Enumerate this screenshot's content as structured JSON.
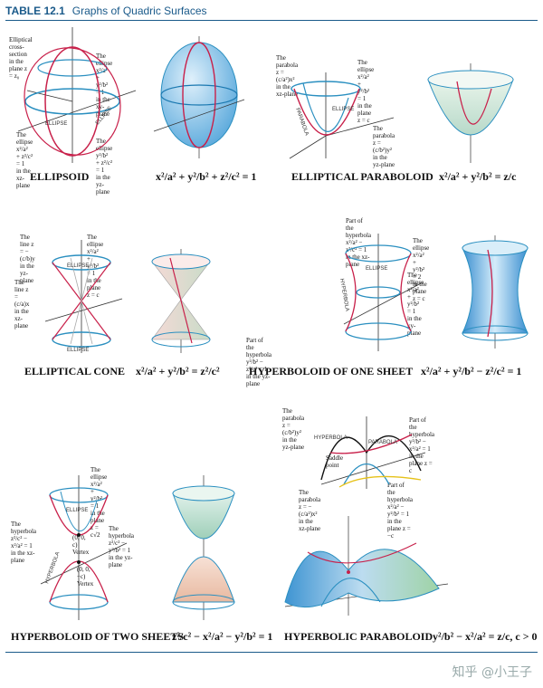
{
  "header": {
    "tag": "TABLE 12.1",
    "title": "Graphs of Quadric Surfaces"
  },
  "panels": {
    "ellipsoid": {
      "name": "ELLIPSOID",
      "equation": "x²/a² + y²/b² + z²/c² = 1",
      "annotations": {
        "cross_section": "Elliptical cross-section\nin the plane z = z₀",
        "xy_ellipse": "The ellipse x²/a² + y²/b² = 1\nin the xy-plane",
        "xz_ellipse": "The ellipse\nx²/a² + z²/c² = 1\nin the xz-plane",
        "yz_ellipse": "The ellipse y²/b² + z²/c² = 1\nin the yz-plane",
        "curve_label1": "ELLIPSE",
        "curve_label2": "ELLIPSE"
      }
    },
    "elliptical_paraboloid": {
      "name": "ELLIPTICAL PARABOLOID",
      "equation": "x²/a² + y²/b² = z/c",
      "annotations": {
        "xz_parabola": "The parabola z = (c/a²)x²\nin the xz-plane",
        "ellipse_z_c": "The ellipse x²/a² + y²/b² = 1\nin the plane z = c",
        "yz_parabola": "The parabola z = (c/b²)y²\nin the yz-plane",
        "curve_label1": "PARABOLA",
        "curve_label2": "ELLIPSE"
      }
    },
    "elliptical_cone": {
      "name": "ELLIPTICAL CONE",
      "equation": "x²/a² + y²/b² = z²/c²",
      "annotations": {
        "yz_line": "The line z = −(c/b)y\nin the yz-plane",
        "ellipse_z_c": "The ellipse x²/a² + y²/b² = 1\nin the plane z = c",
        "xz_line": "The line z = (c/a)x\nin the xz-plane",
        "curve_label1": "ELLIPSE",
        "curve_label2": "ELLIPSE"
      }
    },
    "hyperboloid_one": {
      "name": "HYPERBOLOID OF ONE SHEET",
      "equation": "x²/a² + y²/b² − z²/c² = 1",
      "annotations": {
        "xz_hyperbola": "Part of the hyperbola x²/a² − z²/c² = 1 in the xz-plane",
        "ellipse_z_c": "The ellipse x²/a² + y²/b² = 2\nin the plane z = c",
        "xy_ellipse": "The ellipse x²/a² + y²/b² = 1\nin the xy-plane",
        "yz_hyperbola": "Part of the hyperbola y²/b² − z²/c² = 1\nin the yz-plane",
        "curve_label1": "ELLIPSE",
        "curve_label2": "HYPERBOLA"
      }
    },
    "hyperboloid_two": {
      "name": "HYPERBOLOID OF TWO SHEETS",
      "equation": "z²/c² − x²/a² − y²/b² = 1",
      "annotations": {
        "ellipse_z": "The ellipse x²/a² + y²/b² = 1\nin the plane z = c√2",
        "xz_hyperbola": "The hyperbola\nz²/c² − x²/a² = 1\nin the xz-plane",
        "yz_hyperbola": "The hyperbola\nz²/c² − y²/b² = 1\nin the yz-plane",
        "vertex_top": "(0, 0, c)\nVertex",
        "vertex_bottom": "(0, 0, −c)\nVertex",
        "curve_label1": "ELLIPSE",
        "curve_label2": "HYPERBOLA"
      }
    },
    "hyperbolic_paraboloid": {
      "name": "HYPERBOLIC PARABOLOID",
      "equation": "y²/b² − x²/a² = z/c,  c > 0",
      "annotations": {
        "yz_parabola": "The parabola z = (c/b²)y² in the yz-plane",
        "hyperbola_z_c": "Part of the hyperbola y²/b² − x²/a² = 1\nin the plane z = c",
        "saddle": "Saddle\npoint",
        "xz_parabola": "The parabola z = −(c/a²)x²\nin the xz-plane",
        "hyperbola_z_mc": "Part of the hyperbola x²/a² − y²/b² = 1\nin the plane z = −c",
        "curve_label1": "HYPERBOLA",
        "curve_label2": "PARABOLA"
      }
    }
  },
  "watermark": "知乎 @小王子"
}
